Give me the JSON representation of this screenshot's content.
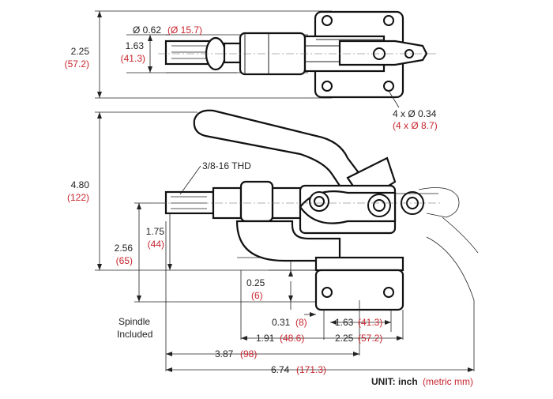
{
  "dims": {
    "overall_height_top": {
      "imperial": "2.25",
      "metric": "(57.2)"
    },
    "spindle_height": {
      "imperial": "1.63",
      "metric": "(41.3)"
    },
    "spindle_dia": {
      "imperial": "Ø 0.62",
      "metric": "(Ø 15.7)"
    },
    "mount_holes": {
      "imperial": "4 x Ø 0.34",
      "metric": "(4 x Ø 8.7)"
    },
    "overall_height_side": {
      "imperial": "4.80",
      "metric": "(122)"
    },
    "thread": {
      "label": "3/8-16 THD"
    },
    "spindle_to_base": {
      "imperial": "1.75",
      "metric": "(44)"
    },
    "spindle_to_bottom": {
      "imperial": "2.56",
      "metric": "(65)"
    },
    "base_thickness": {
      "imperial": "0.25",
      "metric": "(6)"
    },
    "base_offset": {
      "imperial": "0.31",
      "metric": "(8)"
    },
    "hole_spacing": {
      "imperial": "1.63",
      "metric": "(41.3)"
    },
    "base_to_spindle": {
      "imperial": "1.91",
      "metric": "(48.6)"
    },
    "base_width": {
      "imperial": "2.25",
      "metric": "(57.2)"
    },
    "spindle_to_center": {
      "imperial": "3.87",
      "metric": "(98)"
    },
    "overall_length": {
      "imperial": "6.74",
      "metric": "(171.3)"
    }
  },
  "notes": {
    "spindle_line1": "Spindle",
    "spindle_line2": "Included",
    "unit_label": "UNIT: inch",
    "unit_metric": "(metric mm)"
  },
  "colors": {
    "line": "#222222",
    "metric_text": "#c8262f"
  }
}
